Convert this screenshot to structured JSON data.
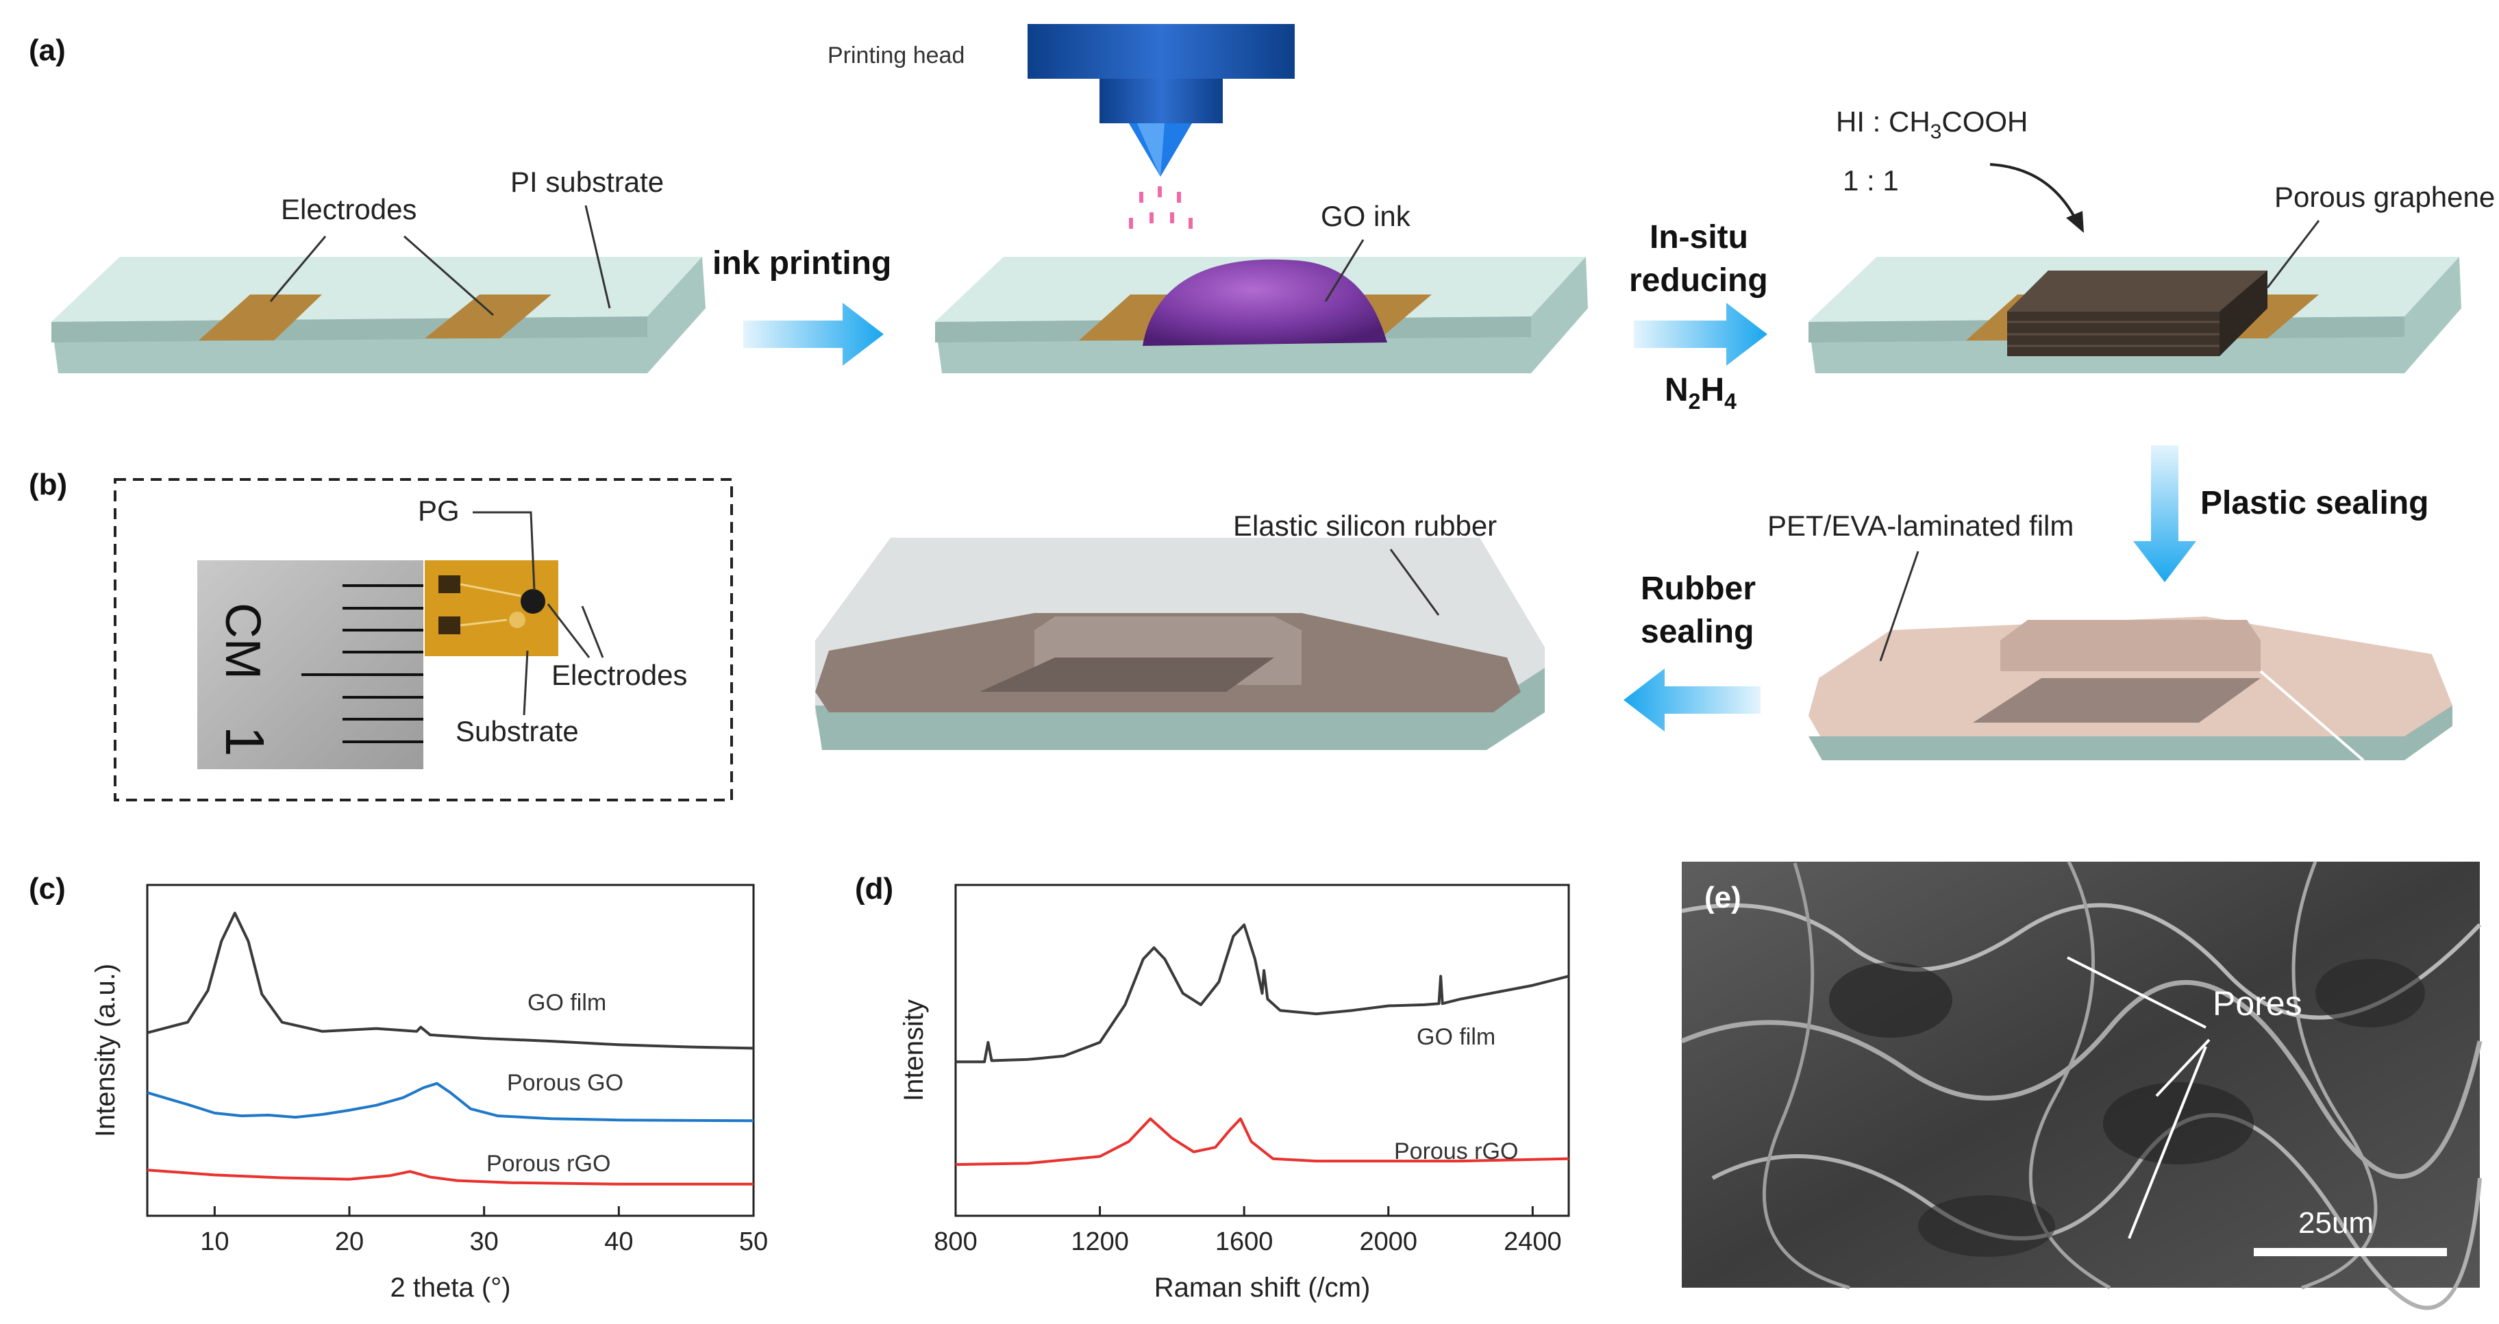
{
  "panels": {
    "a": "(a)",
    "b": "(b)",
    "c": "(c)",
    "d": "(d)",
    "e": "(e)"
  },
  "panel_a": {
    "printing_head": "Printing head",
    "electrodes": "Electrodes",
    "pi_substrate": "PI substrate",
    "ink_printing": "ink printing",
    "go_ink": "GO ink",
    "in_situ_1": "In-situ",
    "in_situ_2": "reducing",
    "reagent_hi": "HI : CH3COOH",
    "ratio": "1  :  1",
    "reductant": "N2H4",
    "porous_graphene": "Porous graphene"
  },
  "panel_b": {
    "pg": "PG",
    "electrodes": "Electrodes",
    "substrate": "Substrate",
    "ruler_unit": "CM",
    "ruler_number": "1",
    "elastic": "Elastic silicon rubber",
    "pet": "PET/EVA-laminated film",
    "plastic_sealing": "Plastic sealing",
    "rubber_1": "Rubber",
    "rubber_2": "sealing"
  },
  "panel_e": {
    "pores": "Pores",
    "scale": "25um"
  },
  "chart_data": [
    {
      "id": "c",
      "type": "line",
      "xlabel": "2 theta (°)",
      "ylabel": "Intensity (a.u.)",
      "xlim": [
        5,
        50
      ],
      "xticks": [
        10,
        20,
        30,
        40,
        50
      ],
      "series": [
        {
          "name": "GO film",
          "color": "#3a3a3a",
          "x": [
            5,
            8,
            9.5,
            10.5,
            11.5,
            12.5,
            13.5,
            15,
            18,
            22,
            25,
            25.3,
            26,
            30,
            35,
            40,
            45,
            50
          ],
          "y": [
            3.3,
            3.45,
            3.9,
            4.6,
            5.0,
            4.6,
            3.85,
            3.45,
            3.32,
            3.36,
            3.32,
            3.38,
            3.27,
            3.22,
            3.18,
            3.13,
            3.1,
            3.08
          ]
        },
        {
          "name": "Porous GO",
          "color": "#1f78c8",
          "x": [
            5,
            8,
            10,
            12,
            14,
            16,
            18,
            20,
            22,
            24,
            25.5,
            26.5,
            27.5,
            29,
            31,
            35,
            40,
            50
          ],
          "y": [
            2.45,
            2.28,
            2.16,
            2.12,
            2.13,
            2.1,
            2.14,
            2.2,
            2.27,
            2.38,
            2.52,
            2.58,
            2.45,
            2.22,
            2.12,
            2.08,
            2.06,
            2.05
          ]
        },
        {
          "name": "Porous rGO",
          "color": "#e8322e",
          "x": [
            5,
            10,
            15,
            20,
            23,
            24.5,
            26,
            28,
            32,
            40,
            50
          ],
          "y": [
            1.35,
            1.28,
            1.24,
            1.22,
            1.27,
            1.33,
            1.25,
            1.2,
            1.17,
            1.15,
            1.15
          ]
        }
      ]
    },
    {
      "id": "d",
      "type": "line",
      "xlabel": "Raman shift (/cm)",
      "ylabel": "Intensity",
      "xlim": [
        800,
        2500
      ],
      "xticks": [
        800,
        1200,
        1600,
        2000,
        2400
      ],
      "series": [
        {
          "name": "GO film",
          "color": "#3a3a3a",
          "x": [
            800,
            880,
            890,
            900,
            1000,
            1100,
            1200,
            1270,
            1320,
            1350,
            1380,
            1430,
            1480,
            1530,
            1570,
            1600,
            1630,
            1650,
            1655,
            1665,
            1700,
            1800,
            1900,
            2000,
            2100,
            2140,
            2145,
            2150,
            2200,
            2300,
            2400,
            2500
          ],
          "y": [
            2.05,
            2.05,
            2.22,
            2.06,
            2.07,
            2.1,
            2.22,
            2.55,
            2.95,
            3.05,
            2.95,
            2.65,
            2.55,
            2.75,
            3.15,
            3.25,
            2.95,
            2.65,
            2.85,
            2.6,
            2.5,
            2.47,
            2.5,
            2.54,
            2.55,
            2.56,
            2.8,
            2.56,
            2.6,
            2.66,
            2.72,
            2.8
          ]
        },
        {
          "name": "Porous rGO",
          "color": "#e8322e",
          "x": [
            800,
            1000,
            1200,
            1280,
            1340,
            1400,
            1460,
            1520,
            1560,
            1590,
            1620,
            1680,
            1800,
            2000,
            2200,
            2500
          ],
          "y": [
            1.15,
            1.16,
            1.22,
            1.35,
            1.55,
            1.38,
            1.26,
            1.3,
            1.45,
            1.55,
            1.35,
            1.2,
            1.18,
            1.18,
            1.18,
            1.2
          ]
        }
      ]
    }
  ]
}
